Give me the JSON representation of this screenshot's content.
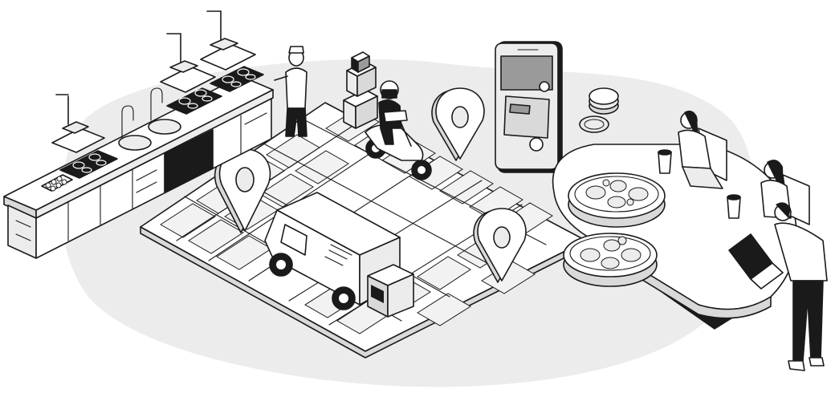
{
  "scene": {
    "kind": "isometric illustration",
    "palette": {
      "ink": "#1a1a1a",
      "backdrop": "#ececec",
      "surface": "#ffffff",
      "mid_gray": "#d9d9d9",
      "dark_gray": "#9a9a9a"
    },
    "icons": [
      "kitchen-counter",
      "range-hood-icon",
      "cooktop-icon",
      "sink-icon",
      "egg-tray-icon",
      "chef-figure",
      "stacked-boxes-icon",
      "delivery-scooter-icon",
      "map-pin-icon",
      "city-map-grid",
      "delivery-van-icon",
      "smartphone-icon",
      "payment-card-icon",
      "coin-stack-icon",
      "meal-platter-icon",
      "coffee-cup-icon",
      "dining-table",
      "diner-figure",
      "laptop-icon"
    ]
  }
}
